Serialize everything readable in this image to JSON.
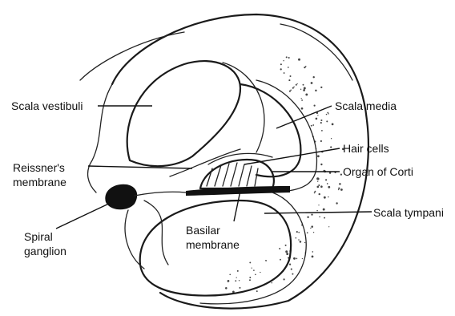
{
  "labels": {
    "scala_vestibuli": "Scala vestibuli",
    "scala_media": "Scala media",
    "reissners_line1": "Reissner's",
    "reissners_line2": "membrane",
    "hair_cells": "Hair cells",
    "organ_of_corti": "Organ of Corti",
    "scala_tympani": "Scala tympani",
    "spiral_line1": "Spiral",
    "spiral_line2": "ganglion",
    "basilar_line1": "Basilar",
    "basilar_line2": "membrane"
  }
}
